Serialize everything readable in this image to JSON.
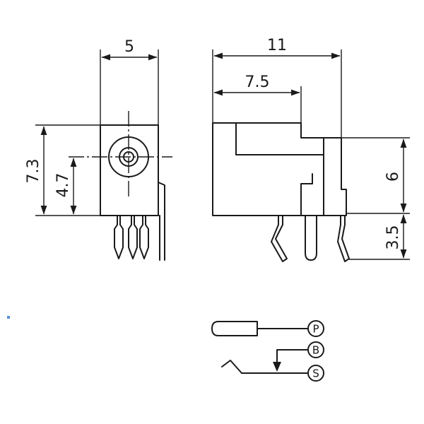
{
  "dimensions": {
    "front_width": "5",
    "front_height": "7.3",
    "front_center_height": "4.7",
    "side_total_length": "11",
    "side_partial_length": "7.5",
    "side_body_height": "6",
    "side_pin_length": "3.5"
  },
  "pins": {
    "p": "P",
    "b": "B",
    "s": "S"
  },
  "colors": {
    "line": "#1a1a1a",
    "marker": "#5b8fd6"
  }
}
